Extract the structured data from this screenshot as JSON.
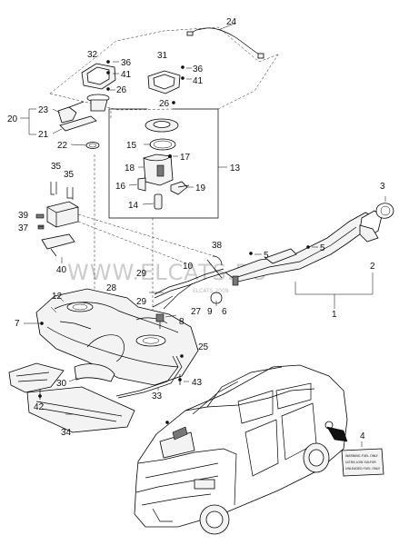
{
  "watermark": "WWW.ELCATS.RU",
  "watermark_small": "ELCATS 2009",
  "decal_lines": [
    "WARNING FUEL ONLY",
    "ULTRA LOW SULFUR",
    "UNLEADED FUEL ONLY"
  ],
  "callouts": {
    "c1": "1",
    "c2": "2",
    "c3": "3",
    "c4": "4",
    "c5a": "5",
    "c5b": "5",
    "c6": "6",
    "c7": "7",
    "c8": "8",
    "c9": "9",
    "c10": "10",
    "c12": "12",
    "c13": "13",
    "c14": "14",
    "c15": "15",
    "c16": "16",
    "c17": "17",
    "c18": "18",
    "c19": "19",
    "c20": "20",
    "c21": "21",
    "c22": "22",
    "c23": "23",
    "c24": "24",
    "c25": "25",
    "c26a": "26",
    "c26b": "26",
    "c27": "27",
    "c28": "28",
    "c29a": "29",
    "c29b": "29",
    "c30": "30",
    "c31": "31",
    "c32": "32",
    "c33": "33",
    "c34": "34",
    "c35a": "35",
    "c35b": "35",
    "c36a": "36",
    "c36b": "36",
    "c37": "37",
    "c38": "38",
    "c39": "39",
    "c40": "40",
    "c41a": "41",
    "c41b": "41",
    "c42": "42",
    "c43": "43"
  }
}
